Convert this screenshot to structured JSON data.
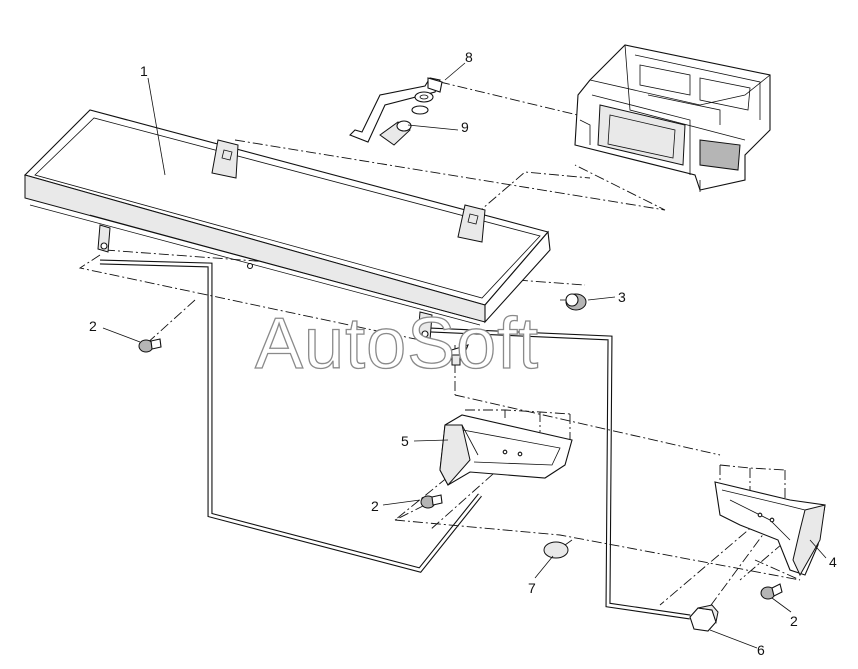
{
  "watermark": "AutoSoft",
  "callouts": {
    "c1": "1",
    "c2a": "2",
    "c2b": "2",
    "c2c": "2",
    "c3": "3",
    "c4": "4",
    "c5": "5",
    "c6": "6",
    "c7": "7",
    "c8": "8",
    "c9": "9"
  }
}
